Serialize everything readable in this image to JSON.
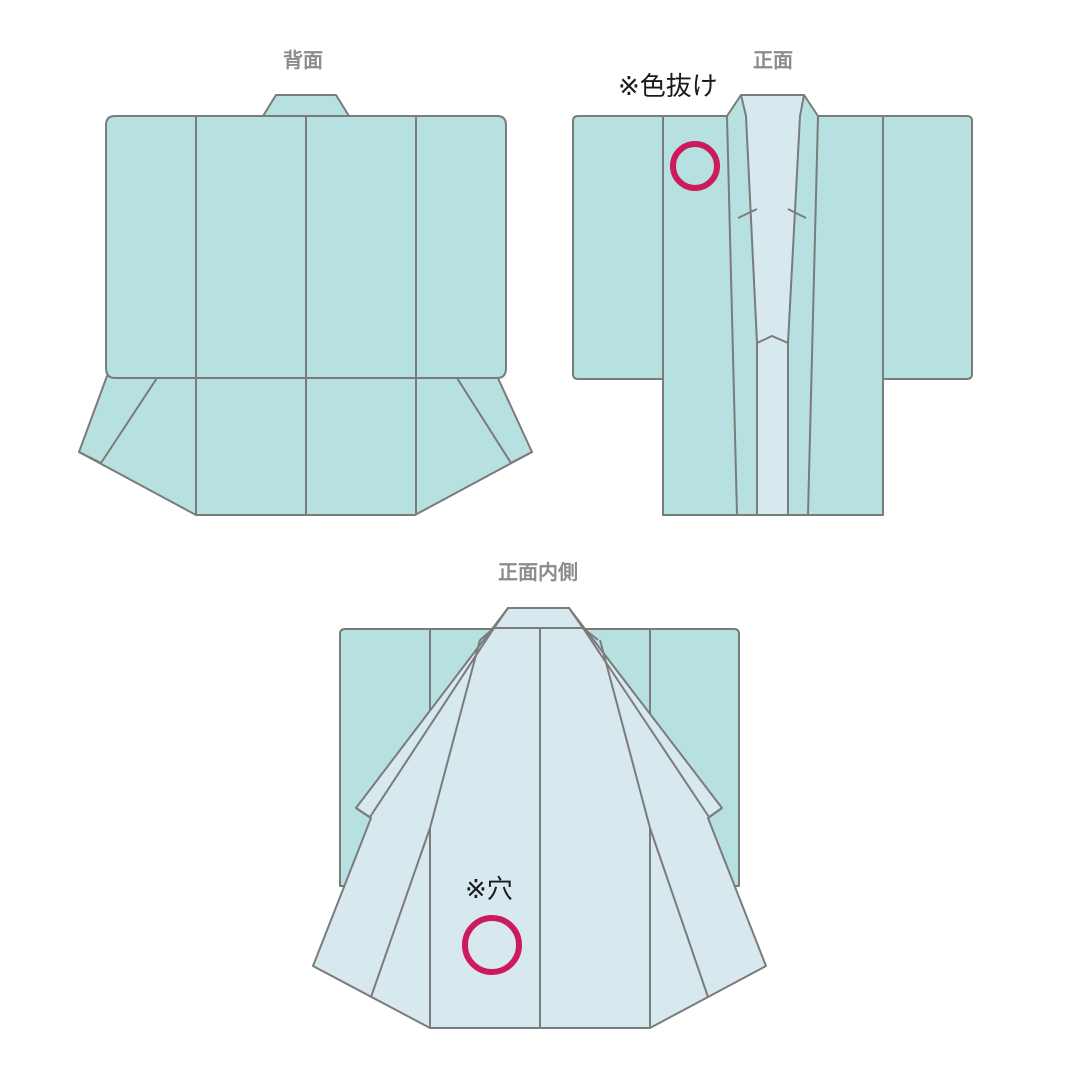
{
  "views": {
    "back": {
      "title": "背面"
    },
    "front": {
      "title": "正面"
    },
    "inside": {
      "title": "正面内側"
    }
  },
  "annotations": {
    "front_discoloration": {
      "label": "※色抜け"
    },
    "inside_hole": {
      "label": "※穴"
    }
  },
  "colors": {
    "outer_fabric": "#b6e1e0",
    "lining_fabric": "#d7e8ef",
    "outline": "#7b7b7b",
    "title_text": "#8c8c8c",
    "note_text": "#1a1a1a",
    "marker": "#cc1a5c"
  }
}
